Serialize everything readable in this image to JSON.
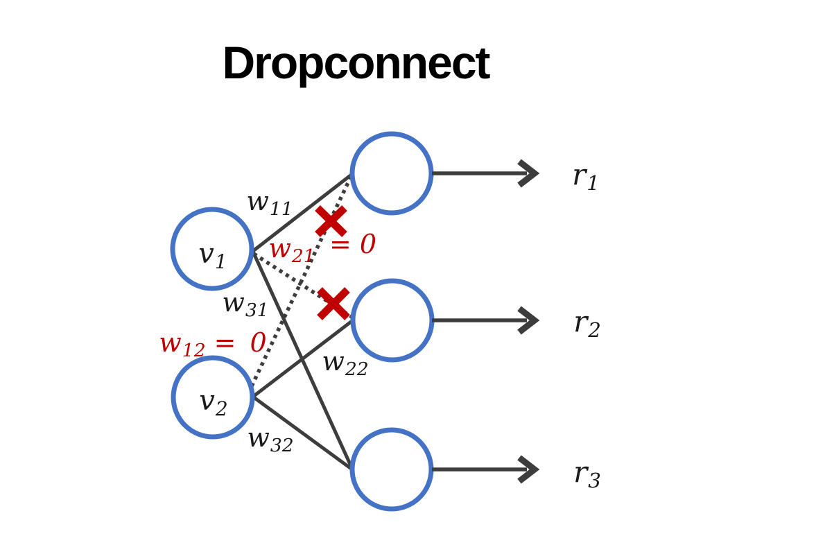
{
  "title": "Dropconnect",
  "colors": {
    "node_stroke": "#4472C4",
    "node_fill": "#FFFFFF",
    "connector": "#3D3D3D",
    "label_text": "#1A1A1A",
    "dropped_red": "#C00000",
    "background": "#FFFFFF"
  },
  "icons": {
    "dropped_connection": "x-mark"
  },
  "labels": {
    "v1": {
      "main": "v",
      "sub": "1"
    },
    "v2": {
      "main": "v",
      "sub": "2"
    },
    "w11": {
      "main": "w",
      "sub": "11"
    },
    "w21": {
      "main": "w",
      "sub": "21",
      "eq": "= 0"
    },
    "w31": {
      "main": "w",
      "sub": "31"
    },
    "w12": {
      "main": "w",
      "sub": "12",
      "eq": "= 0"
    },
    "w22": {
      "main": "w",
      "sub": "22"
    },
    "w32": {
      "main": "w",
      "sub": "32"
    },
    "r1": {
      "main": "r",
      "sub": "1"
    },
    "r2": {
      "main": "r",
      "sub": "2"
    },
    "r3": {
      "main": "r",
      "sub": "3"
    }
  },
  "network": {
    "input_nodes": [
      "v1",
      "v2"
    ],
    "hidden_nodes": [
      "h1",
      "h2",
      "h3"
    ],
    "output_arrows": [
      "r1",
      "r2",
      "r3"
    ],
    "connections": [
      {
        "weight": "w11",
        "from": "v1",
        "to": "h1",
        "style": "solid",
        "dropped": false
      },
      {
        "weight": "w21",
        "from": "v1",
        "to": "h2",
        "style": "dotted",
        "dropped": true,
        "value": "0"
      },
      {
        "weight": "w31",
        "from": "v1",
        "to": "h3",
        "style": "solid",
        "dropped": false
      },
      {
        "weight": "w12",
        "from": "v2",
        "to": "h1",
        "style": "dotted",
        "dropped": true,
        "value": "0"
      },
      {
        "weight": "w22",
        "from": "v2",
        "to": "h2",
        "style": "solid",
        "dropped": false
      },
      {
        "weight": "w32",
        "from": "v2",
        "to": "h3",
        "style": "solid",
        "dropped": false
      }
    ]
  }
}
